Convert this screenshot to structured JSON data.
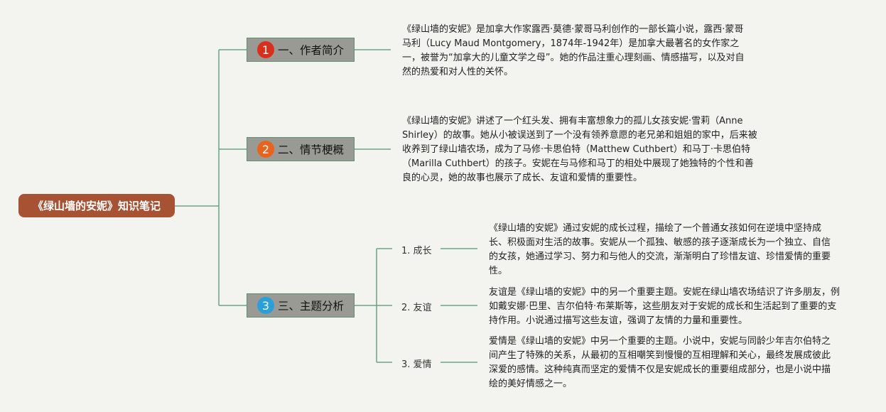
{
  "root": {
    "label": "《绿山墙的安妮》知识笔记"
  },
  "branches": [
    {
      "number": "1",
      "color": "#d9301e",
      "label": "一、作者简介",
      "text": "《绿山墙的安妮》是加拿大作家露西·莫德·蒙哥马利创作的一部长篇小说，露西·蒙哥马利（Lucy Maud Montgomery，1874年-1942年）是加拿大最著名的女作家之一，被誉为“加拿大的儿童文学之母”。她的作品注重心理刻画、情感描写，以及对自然的热爱和对人性的关怀。"
    },
    {
      "number": "2",
      "color": "#e8641e",
      "label": "二、情节梗概",
      "text": "《绿山墙的安妮》讲述了一个红头发、拥有丰富想象力的孤儿女孩安妮·雪莉（Anne Shirley）的故事。她从小被误送到了一个没有领养意愿的老兄弟和姐姐的家中，后来被收养到了绿山墙农场，成为了马修·卡思伯特（Matthew Cuthbert）和马丁·卡思伯特（Marilla Cuthbert）的孩子。安妮在与马修和马丁的相处中展现了她独特的个性和善良的心灵，她的故事也展示了成长、友谊和爱情的重要性。"
    },
    {
      "number": "3",
      "color": "#2a9fd8",
      "label": "三、主题分析",
      "subtopics": [
        {
          "label": "1. 成长",
          "text": "《绿山墙的安妮》通过安妮的成长过程，描绘了一个普通女孩如何在逆境中坚持成长、积极面对生活的故事。安妮从一个孤独、敏感的孩子逐渐成长为一个独立、自信的女孩，她通过学习、努力和与他人的交流，渐渐明白了珍惜友谊、珍惜爱情的重要性。"
        },
        {
          "label": "2. 友谊",
          "text": "友谊是《绿山墙的安妮》中的另一个重要主题。安妮在绿山墙农场结识了许多朋友，例如戴安娜·巴里、吉尔伯特·布莱斯等，这些朋友对于安妮的成长和生活起到了重要的支持作用。小说通过描写这些友谊，强调了友情的力量和重要性。"
        },
        {
          "label": "3. 爱情",
          "text": "爱情是《绿山墙的安妮》中另一个重要的主题。小说中，安妮与同龄少年吉尔伯特之间产生了特殊的关系，从最初的互相嘲笑到慢慢的互相理解和关心，最终发展成彼此深爱的感情。这种纯真而坚定的爱情不仅是安妮成长的重要组成部分，也是小说中描绘的美好情感之一。"
        }
      ]
    }
  ],
  "colors": {
    "connector": "#6aa586",
    "root_bg": "#a65233",
    "branch_bg": "#9a9a95"
  }
}
